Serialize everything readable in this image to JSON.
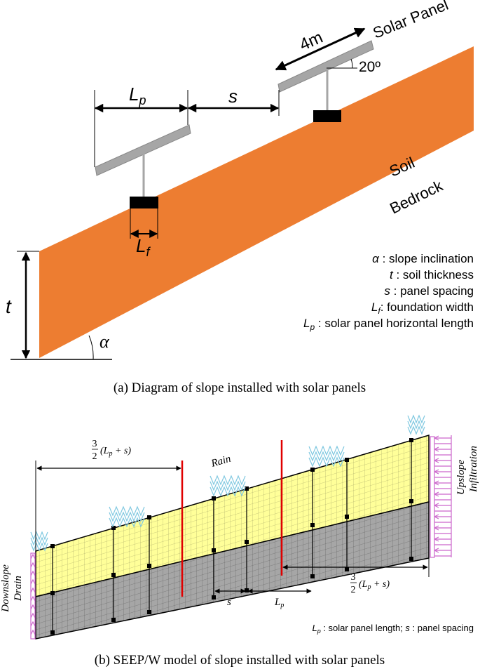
{
  "panel_a": {
    "caption": "(a) Diagram of slope installed with solar panels",
    "labels": {
      "solar_panel": "Solar Panel",
      "panel_length": "4m",
      "panel_angle": "20º",
      "lp": "L",
      "lp_sub": "p",
      "s": "s",
      "lf": "L",
      "lf_sub": "f",
      "t": "t",
      "alpha": "α",
      "soil": "Soil",
      "bedrock": "Bedrock"
    },
    "legend": [
      {
        "sym": "α",
        "sub": "",
        "text": " : slope inclination"
      },
      {
        "sym": "t",
        "sub": "",
        "text": " : soil thickness"
      },
      {
        "sym": "s",
        "sub": "",
        "text": " : panel spacing"
      },
      {
        "sym": "L",
        "sub": "f",
        "text": ": foundation width"
      },
      {
        "sym": "L",
        "sub": "p",
        "text": " : solar panel horizontal length"
      }
    ],
    "colors": {
      "soil": "#ED7D31",
      "panel": "#A6A6A6",
      "foundation": "#000000"
    }
  },
  "panel_b": {
    "caption": "(b) SEEP/W model of slope installed with solar panels",
    "labels": {
      "rain": "Rain",
      "upslope": "Upslope",
      "infiltration": "Infiltration",
      "downslope": "Downslope",
      "drain": "Drain",
      "frac_num": "3",
      "frac_den": "2",
      "frac_body": "(L",
      "frac_sub": "p",
      "frac_tail": " + s)",
      "s": "s",
      "lp": "L",
      "lp_sub": "p"
    },
    "note": {
      "sym1": "L",
      "sub1": "p",
      "text1": " : solar panel length; ",
      "sym2": "s",
      "text2": " : panel spacing"
    },
    "colors": {
      "unsat_layer": "#FFFF99",
      "bedrock_layer": "#A6A6A6",
      "divider": "#E00000",
      "rain": "#7FC8E0",
      "boundary": "#CC66CC"
    }
  }
}
